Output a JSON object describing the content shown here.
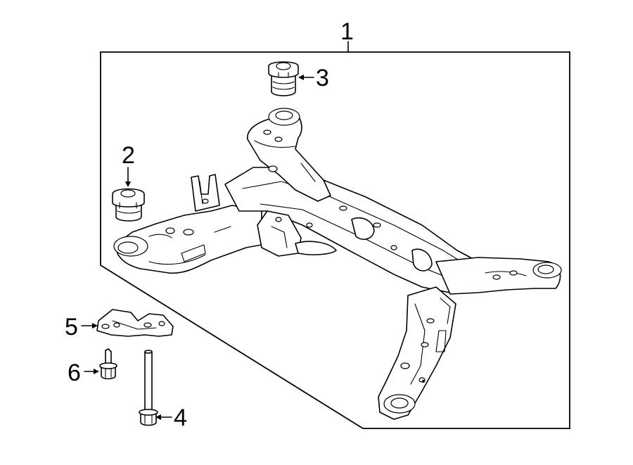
{
  "diagram": {
    "callouts": [
      {
        "id": "1",
        "label": "1",
        "part": "crossmember-assembly"
      },
      {
        "id": "2",
        "label": "2",
        "part": "front-bushing"
      },
      {
        "id": "3",
        "label": "3",
        "part": "rear-bushing"
      },
      {
        "id": "4",
        "label": "4",
        "part": "mounting-bolt"
      },
      {
        "id": "5",
        "label": "5",
        "part": "bracket"
      },
      {
        "id": "6",
        "label": "6",
        "part": "flange-bolt"
      }
    ],
    "line_color": "#000000",
    "background": "#ffffff"
  }
}
